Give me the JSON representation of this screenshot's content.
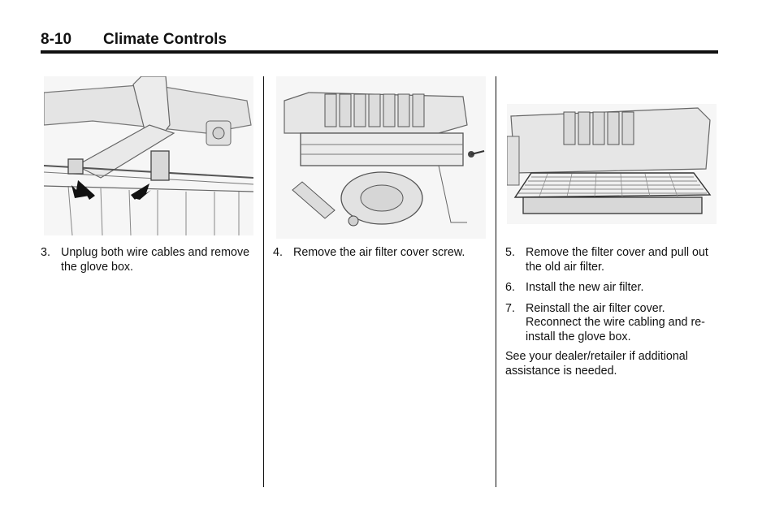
{
  "header": {
    "page_number": "8-10",
    "section_title": "Climate Controls"
  },
  "columns": [
    {
      "illustration": "glove-box-wire-cables-illustration",
      "steps": [
        {
          "num": "3.",
          "text": "Unplug both wire cables and remove the glove box."
        }
      ]
    },
    {
      "illustration": "air-filter-cover-screw-illustration",
      "steps": [
        {
          "num": "4.",
          "text": "Remove the air filter cover screw."
        }
      ]
    },
    {
      "illustration": "air-filter-removal-illustration",
      "steps": [
        {
          "num": "5.",
          "text": "Remove the filter cover and pull out the old air filter."
        },
        {
          "num": "6.",
          "text": "Install the new air filter."
        },
        {
          "num": "7.",
          "text": "Reinstall the air filter cover. Reconnect the wire cabling and re-install the glove box."
        }
      ],
      "note": "See your dealer/retailer if additional assistance is needed."
    }
  ]
}
